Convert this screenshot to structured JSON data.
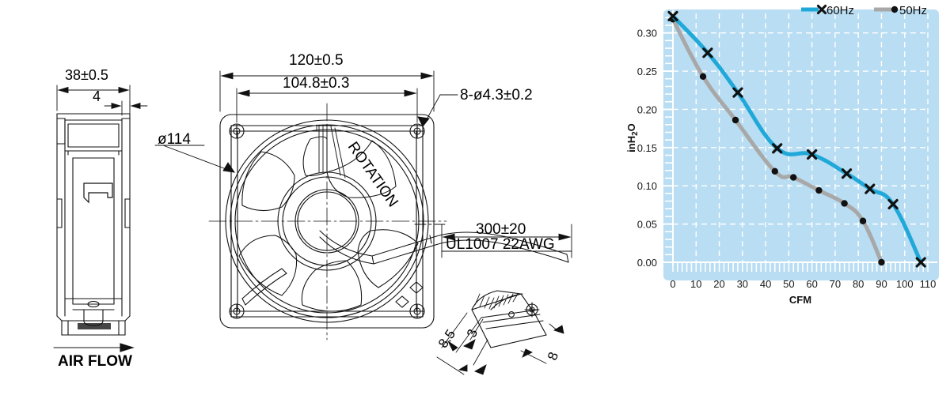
{
  "drawing": {
    "side_view": {
      "dims": [
        {
          "name": "depth",
          "text": "38±0.5"
        },
        {
          "name": "flange-thickness",
          "text": "4"
        }
      ],
      "airflow_label": "AIR FLOW"
    },
    "front_view": {
      "dims": [
        {
          "name": "frame-width",
          "text": "120±0.5"
        },
        {
          "name": "hole-pitch",
          "text": "104.8±0.3"
        },
        {
          "name": "mounting-holes",
          "text": "8-ø4.3±0.2"
        },
        {
          "name": "impeller-diameter",
          "text": "ø114"
        }
      ],
      "rotation_label": "ROTATION"
    },
    "lead_wire": {
      "length": "300±20",
      "spec": "UL1007 22AWG"
    },
    "detail_view": {
      "dims": [
        {
          "name": "terminal-offset",
          "text": "8.5"
        },
        {
          "name": "terminal-width",
          "text": "3"
        },
        {
          "name": "terminal-depth",
          "text": "8"
        }
      ]
    }
  },
  "chart_data": {
    "type": "line",
    "title": "",
    "xlabel": "CFM",
    "ylabel": "inH2O",
    "ylabel_display": "inH₂O",
    "xlim": [
      0,
      110
    ],
    "ylim": [
      0,
      0.3255
    ],
    "xticks": [
      0,
      10,
      20,
      30,
      40,
      50,
      60,
      70,
      80,
      90,
      100,
      110
    ],
    "xticklabels": [
      "0",
      "10",
      "20",
      "30",
      "40",
      "50",
      "60",
      "70",
      "80",
      "90",
      "100",
      "110"
    ],
    "yticks": [
      0.0,
      0.05,
      0.1,
      0.15,
      0.2,
      0.25,
      0.3
    ],
    "yticklabels": [
      "0.00",
      "0.05",
      "0.10",
      "0.15",
      "0.20",
      "0.25",
      "0.30"
    ],
    "y_minor_tick_step": 0.01,
    "x_minor_tick_step": 2,
    "grid": true,
    "grid_style": "dashed",
    "grid_color": "#ffffff",
    "plot_bg": "#b9ddf2",
    "legend_position": "top-right",
    "series": [
      {
        "name": "60Hz",
        "label": "60Hz",
        "color": "#1fa8d8",
        "marker": "x",
        "marker_color": "#111111",
        "x": [
          0,
          15,
          28,
          45,
          60,
          75,
          85,
          95,
          107
        ],
        "y": [
          0.322,
          0.274,
          0.222,
          0.149,
          0.141,
          0.116,
          0.096,
          0.076,
          0.0
        ]
      },
      {
        "name": "50Hz",
        "label": "50Hz",
        "color": "#a8a8a8",
        "marker": "o",
        "marker_color": "#111111",
        "x": [
          0,
          13,
          27,
          44,
          52,
          63,
          74,
          82,
          90
        ],
        "y": [
          0.318,
          0.243,
          0.186,
          0.119,
          0.111,
          0.094,
          0.077,
          0.054,
          0.0
        ]
      }
    ]
  }
}
